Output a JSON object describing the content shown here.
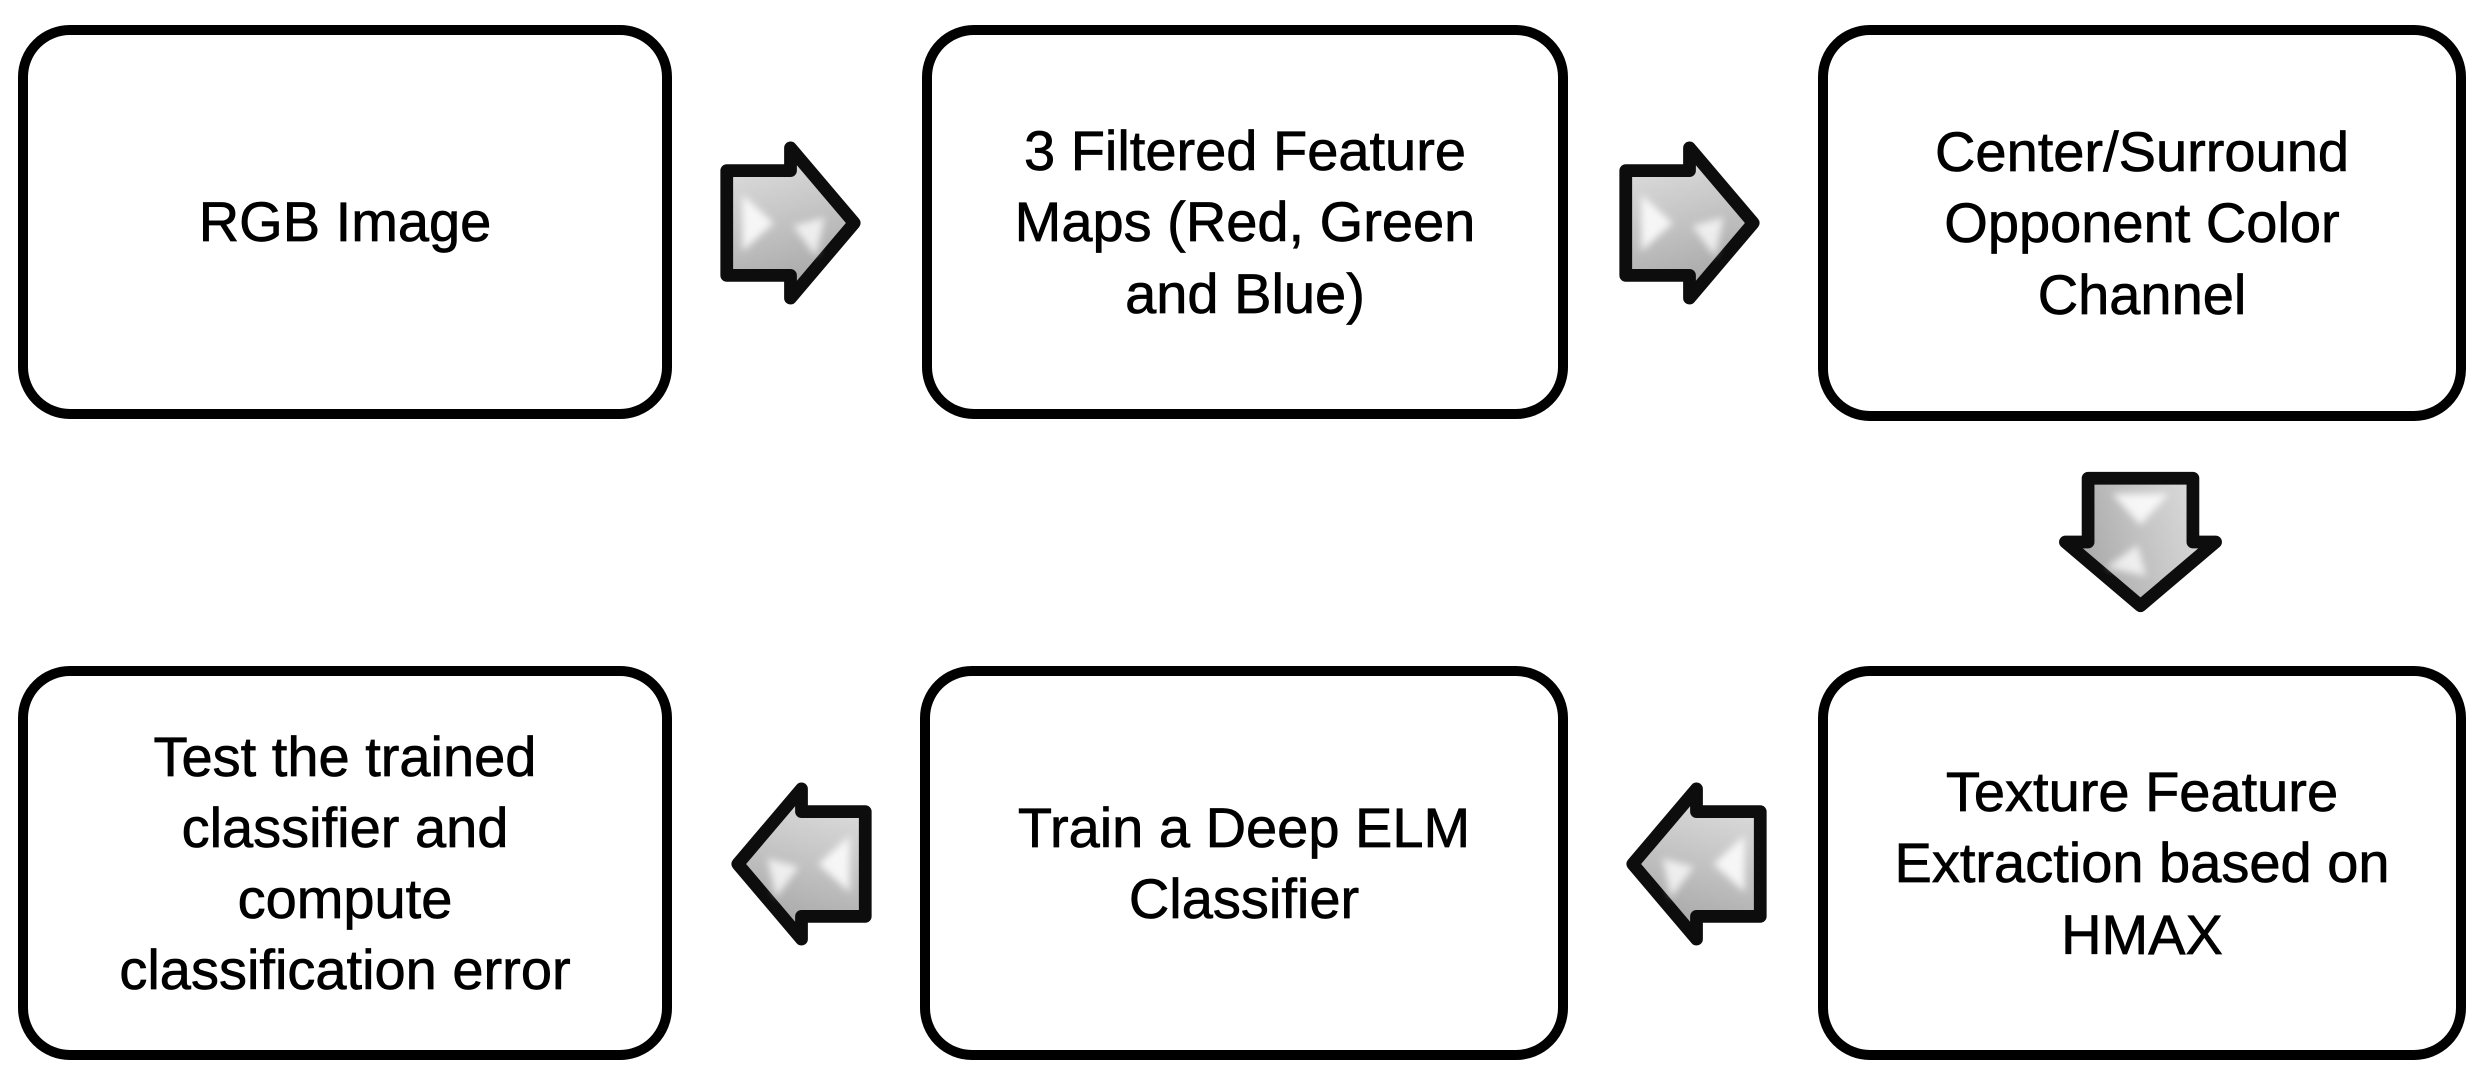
{
  "diagram": {
    "type": "flowchart",
    "background_color": "#ffffff",
    "node_fill_color": "#ffffff",
    "node_border_color": "#000000",
    "text_color": "#000000",
    "arrow_fill_color": "#c7c7c7",
    "arrow_highlight_color": "#f7f7f7",
    "arrow_outline_color": "#0d0d0d",
    "nodes": [
      {
        "id": "rgb-image",
        "label": "RGB Image"
      },
      {
        "id": "filtered-feature-maps",
        "label": "3 Filtered Feature\nMaps (Red, Green\nand Blue)"
      },
      {
        "id": "center-surround-opponent",
        "label": "Center/Surround\nOpponent Color\nChannel"
      },
      {
        "id": "texture-hmax",
        "label": "Texture Feature\nExtraction based on\nHMAX"
      },
      {
        "id": "train-deep-elm",
        "label": "Train a Deep ELM\nClassifier"
      },
      {
        "id": "test-classifier",
        "label": "Test the trained\nclassifier and\ncompute\nclassification error"
      }
    ],
    "connectors": [
      {
        "from": "rgb-image",
        "to": "filtered-feature-maps",
        "icon": "arrow-right-icon"
      },
      {
        "from": "filtered-feature-maps",
        "to": "center-surround-opponent",
        "icon": "arrow-right-icon"
      },
      {
        "from": "center-surround-opponent",
        "to": "texture-hmax",
        "icon": "arrow-down-icon"
      },
      {
        "from": "texture-hmax",
        "to": "train-deep-elm",
        "icon": "arrow-left-icon"
      },
      {
        "from": "train-deep-elm",
        "to": "test-classifier",
        "icon": "arrow-left-icon"
      }
    ]
  }
}
